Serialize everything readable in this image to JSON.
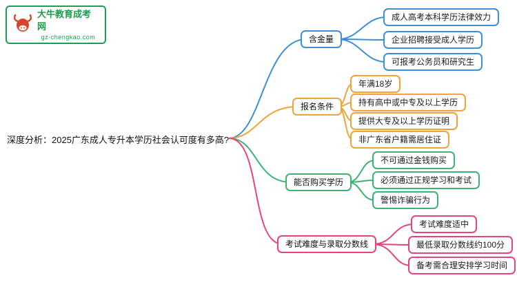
{
  "logo": {
    "title": "大牛教育成考网",
    "subtitle": "gz-chengkao.com"
  },
  "root": {
    "label": "深度分析：2025广东成人专升本学历社会认可度有多高?"
  },
  "colors": {
    "blue": "#3d8fd6",
    "orange": "#f0a338",
    "green": "#3cb371",
    "pink": "#e8437f",
    "logo_green": "#1f9c4d",
    "bull_red": "#d9432e",
    "text": "#111111"
  },
  "branches": [
    {
      "label": "含金量",
      "color": "#3d8fd6",
      "children": [
        "成人高考本科学历法律效力",
        "企业招聘接受成人学历",
        "可报考公务员和研究生"
      ]
    },
    {
      "label": "报名条件",
      "color": "#f0a338",
      "children": [
        "年满18岁",
        "持有高中或中专及以上学历",
        "提供大专及以上学历证明",
        "非广东省户籍需居住证"
      ]
    },
    {
      "label": "能否购买学历",
      "color": "#3cb371",
      "children": [
        "不可通过金钱购买",
        "必须通过正规学习和考试",
        "警惕诈骗行为"
      ]
    },
    {
      "label": "考试难度与录取分数线",
      "color": "#e8437f",
      "children": [
        "考试难度适中",
        "最低录取分数线约100分",
        "备考需合理安排学习时间"
      ]
    }
  ]
}
